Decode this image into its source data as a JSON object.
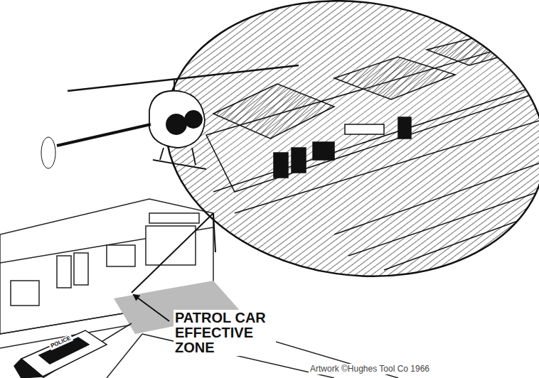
{
  "diagram": {
    "labels": [
      "PATROL CAR EFFECTIVE ZONE",
      "Artwork ©Hughes Tool Co 1966",
      "POLICE"
    ]
  }
}
